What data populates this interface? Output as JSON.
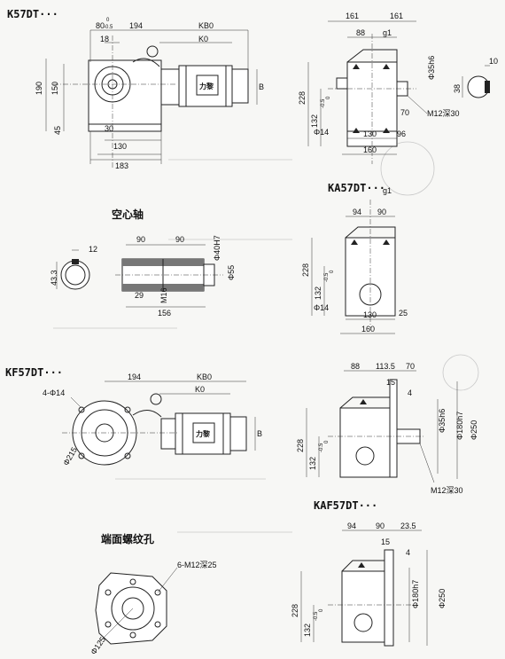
{
  "views": {
    "k57": {
      "title": "K57DT···",
      "dims": {
        "d80": "80",
        "tol_top": "0",
        "tol_bot": "-0.5",
        "d194": "194",
        "dKB0": "KB0",
        "d18": "18",
        "dK0": "K0",
        "d190": "190",
        "d150": "150",
        "d45": "45",
        "d30": "30",
        "d130": "130",
        "d183": "183",
        "dB": "B"
      },
      "side": {
        "d161a": "161",
        "d161b": "161",
        "d88": "88",
        "dg1": "g1",
        "d228": "228",
        "d132": "132",
        "tol_top": "0",
        "tol_bot": "-0.5",
        "d35h6": "Φ35h6",
        "d70": "70",
        "m12": "M12深30",
        "d14": "Φ14",
        "d130": "130",
        "d96": "96",
        "d160": "160",
        "key10": "10",
        "key38": "38"
      }
    },
    "hollow": {
      "title": "空心轴",
      "dims": {
        "d12": "12",
        "d43": "43.3",
        "d90a": "90",
        "d90b": "90",
        "d40h7": "Φ40H7",
        "d55": "Φ55",
        "d29": "29",
        "m16": "M16",
        "d156": "156"
      }
    },
    "ka57": {
      "title": "KA57DT···",
      "dims": {
        "dg1": "g1",
        "d94": "94",
        "d90": "90",
        "d228": "228",
        "d132": "132",
        "tol_top": "0",
        "tol_bot": "-0.5",
        "d14": "Φ14",
        "d130": "130",
        "d25": "25",
        "d160": "160"
      }
    },
    "kf57": {
      "title": "KF57DT···",
      "dims": {
        "d194": "194",
        "dKB0": "KB0",
        "dK0": "K0",
        "holes": "4-Φ14",
        "d215": "Φ215",
        "dB": "B"
      },
      "side": {
        "d88": "88",
        "d113": "113.5",
        "d70": "70",
        "d15": "15",
        "d4": "4",
        "d35h6": "Φ35h6",
        "d180": "Φ180h7",
        "d250": "Φ250",
        "d228": "228",
        "d132": "132",
        "tol_top": "0",
        "tol_bot": "-0.5",
        "m12": "M12深30"
      }
    },
    "face": {
      "title": "端面螺纹孔",
      "dims": {
        "m12": "6-M12深25",
        "d125": "Φ125"
      }
    },
    "kaf57": {
      "title": "KAF57DT···",
      "dims": {
        "d94": "94",
        "d90": "90",
        "d235": "23.5",
        "d15": "15",
        "d4": "4",
        "d228": "228",
        "d132": "132",
        "tol_top": "0",
        "tol_bot": "-0.5",
        "d180": "Φ180h7",
        "d250": "Φ250"
      }
    }
  },
  "motor_badge": "力黎"
}
